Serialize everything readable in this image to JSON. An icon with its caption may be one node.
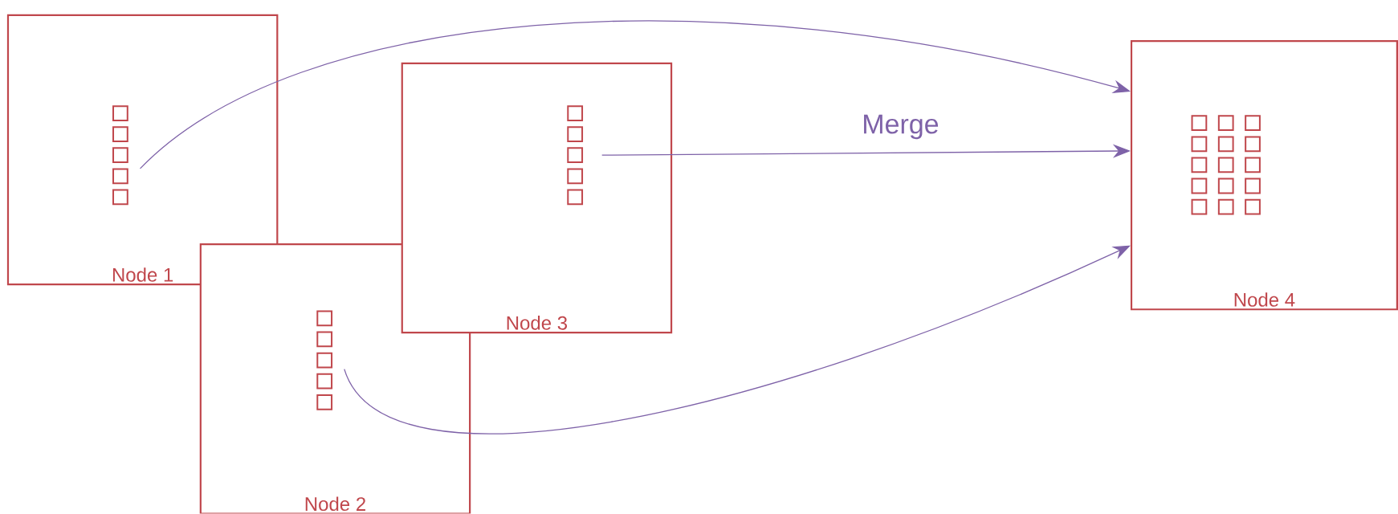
{
  "diagram": {
    "nodes": [
      {
        "text": [
          "Node 1"
        ]
      },
      {
        "text": [],
        "shape": "stack",
        "in": 0
      },
      {
        "text": [
          "Node 2"
        ]
      },
      {
        "text": [],
        "shape": "stack",
        "in": 2
      },
      {
        "text": [
          "Node 3"
        ]
      },
      {
        "text": [],
        "shape": "stack",
        "in": 4
      },
      {
        "text": [
          "Node 4"
        ]
      },
      {
        "text": [],
        "shape": "stack",
        "in": 6
      }
    ],
    "edges": [
      {
        "from": 1,
        "to": 6,
        "arrow": "to"
      },
      {
        "from": 5,
        "to": 6,
        "arrow": "to",
        "label": "Merge"
      },
      {
        "from": 3,
        "to": 6,
        "arrow": "to"
      }
    ]
  }
}
